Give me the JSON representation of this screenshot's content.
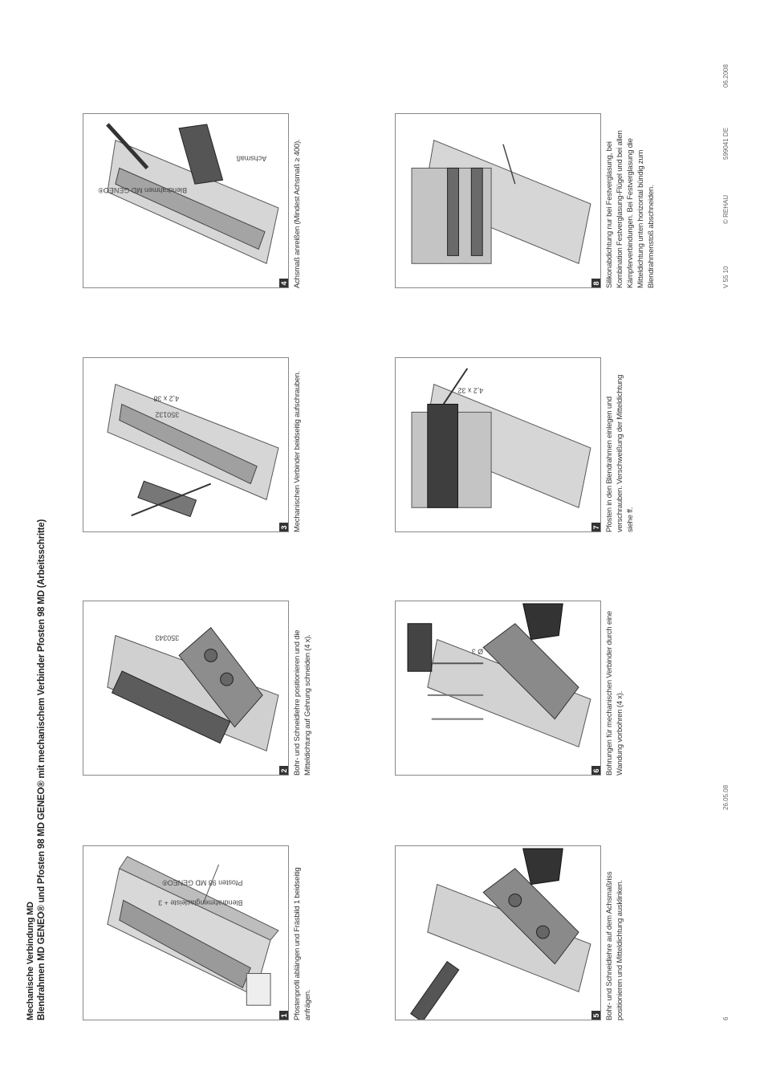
{
  "header": {
    "section": "Mechanische Verbindung MD",
    "title": "Blendrahmen MD GENEO® und Pfosten 98 MD GENEO® mit mechanischem Verbinder Pfosten 98 MD (Arbeitsschritte)"
  },
  "steps": [
    {
      "number": "1",
      "caption": "Pfostenprofil ablängen und Fräsbild 1 beidseitig anfrägen.",
      "labels": [
        "Blendrahmenglasleiste + 3",
        "Pfosten 98 MD GENEO®"
      ]
    },
    {
      "number": "2",
      "caption": "Bohr- und Schneidlehre positionieren und die Mitteldichtung auf Gehrung schneiden (4 x).",
      "labels": [
        "350343"
      ]
    },
    {
      "number": "3",
      "caption": "Mechanischen Verbinder beidseitig aufschrauben.",
      "labels": [
        "350132",
        "4,2 x 38"
      ]
    },
    {
      "number": "4",
      "caption": "Achsmaß anreißen (Mindest Achsmaß ≥ 400).",
      "labels": [
        "Blendrahmen MD GENEO®",
        "Achsmaß"
      ]
    },
    {
      "number": "5",
      "caption": "Bohr- und Schneidlehre auf dem Achsmaßriss positionieren und Mitteldichtung ausklinken.",
      "labels": []
    },
    {
      "number": "6",
      "caption": "Bohrungen für mechanischen Verbinder durch eine Wandung vorbohren (4 x).",
      "labels": [
        "Ø 3"
      ]
    },
    {
      "number": "7",
      "caption": "Pfosten in den Blendrahmen einlegen und verschrauben. Verschweißung der Mitteldichtung siehe ff.",
      "labels": [
        "4,2 x 32"
      ]
    },
    {
      "number": "8",
      "caption": "Silikonabdichtung nur bei Festverglasung, bei Kombination Festverglasung-Flügel und bei allen Kämpferverbindungen. Bei Festverglasung die Mitteldichtung unten horizontal bündig zum Blendrahmenstoß abschneiden.",
      "labels": []
    }
  ],
  "footer": {
    "page": "6",
    "date": "26.05.08",
    "left_code": "V 55 10",
    "company": "© REHAU",
    "doc": "599041 DE",
    "edition": "06.2008"
  }
}
